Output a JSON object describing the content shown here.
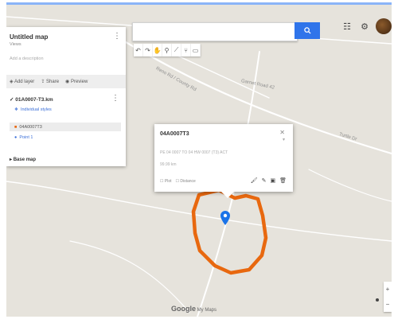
{
  "panel": {
    "title": "Untitled map",
    "subtitle": "Views",
    "description": "Add a description",
    "actions": [
      "Add layer",
      "Share",
      "Preview"
    ],
    "layer_title": "01A0007-T3.km",
    "layer_items": [
      {
        "label": "Individual styles",
        "icon": "style-icon"
      },
      {
        "label": "04A0007T3",
        "icon": "polygon-icon"
      },
      {
        "label": "Point 1",
        "icon": "pin-icon"
      }
    ],
    "basemap_label": "Base map"
  },
  "search": {
    "placeholder": ""
  },
  "popup": {
    "title": "04A0007T3",
    "description_line1": "PE 04 0007 TO 04 HW 0007 (T3) ACT",
    "description_line2": "99.99 km",
    "footer": [
      "Plot",
      "Distance"
    ]
  },
  "map": {
    "road_labels": [
      "Reno Rd / County Rd",
      "Garnet Road 42",
      "Turtle Dr"
    ],
    "attribution_brand": "Google",
    "attribution_suffix": " My Maps"
  },
  "colors": {
    "polygon": "#e8680f",
    "marker": "#1a73e8",
    "search_button": "#2f74ea"
  },
  "icons": {
    "search": "search-icon",
    "apps": "apps-icon",
    "settings": "settings-icon",
    "account": "avatar-icon",
    "close": "close-icon",
    "marker": "map-pin-icon"
  }
}
